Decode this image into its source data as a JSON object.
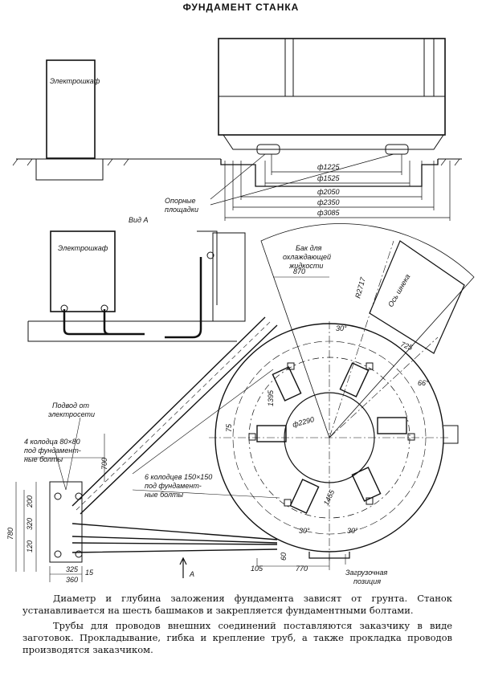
{
  "title": "ФУНДАМЕНТ СТАНКА",
  "labels": {
    "cabinet_top": "Электрошкаф",
    "cabinet_view": "Электрошкаф",
    "view_a_title": "Вид А",
    "support_pads_1": "Опорные",
    "support_pads_2": "площадки",
    "coolant_tank_1": "Бак для",
    "coolant_tank_2": "охлаждающей",
    "coolant_tank_3": "жидкости",
    "auger_axis": "Ось шнека",
    "power_supply_1": "Подвод от",
    "power_supply_2": "электросети",
    "wells_4_1": "4 колодца 80×80",
    "wells_4_2": "под фундамент-",
    "wells_4_3": "ные болты",
    "wells_6_1": "6 колодцев 150×150",
    "wells_6_2": "под фундамент-",
    "wells_6_3": "ные болты",
    "loading_1": "Загрузочная",
    "loading_2": "позиция",
    "arrow_a": "А"
  },
  "dimensions": {
    "d1225": "ф1225",
    "d1525": "ф1525",
    "d2050": "ф2050",
    "d2350": "ф2350",
    "d3085": "ф3085",
    "r2717": "R2717",
    "d870": "870",
    "a30_top": "30°",
    "d725": "725",
    "a66": "66°",
    "d1395": "1395",
    "d75": "75",
    "d2290": "ф2290",
    "d1455": "1455",
    "a30_bl": "30°",
    "a30_br": "30°",
    "d700": "700",
    "d780": "780",
    "d120": "120",
    "d320": "320",
    "d200": "200",
    "d325": "325",
    "d360": "360",
    "d15": "15",
    "d105": "105",
    "d60": "60",
    "d770": "770"
  },
  "notes": {
    "p1": "Диаметр и глубина заложения фундамента зависят от грунта. Станок устанавливается на шесть башмаков и закрепляется фундаментными болтами.",
    "p2": "Трубы для проводов внешних соединений поставляются заказчику в виде заготовок. Прокладывание, гибка и крепление труб, а также прокладка проводов производятся заказчиком."
  }
}
